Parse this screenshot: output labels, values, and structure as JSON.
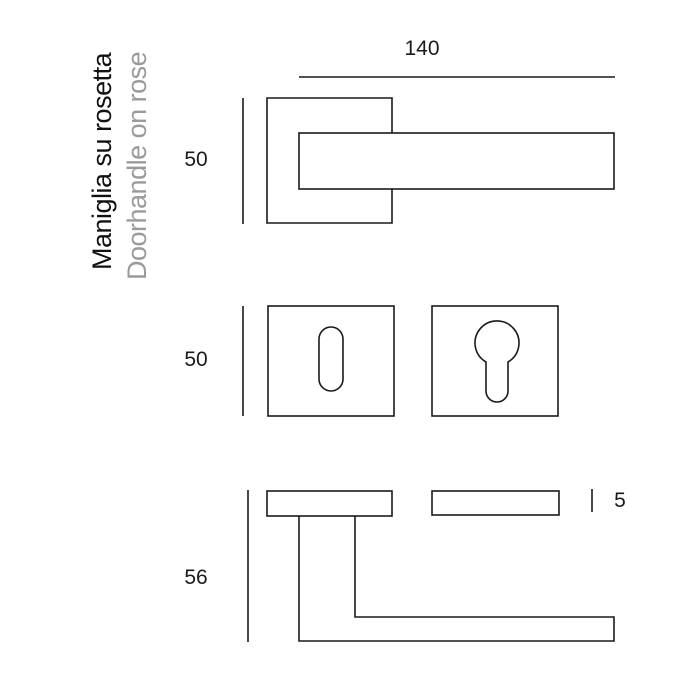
{
  "title": {
    "italian": "Maniglia su rosetta",
    "english": "Doorhandle on rose"
  },
  "colors": {
    "line": "#1a1a1a",
    "title_primary": "#111111",
    "title_secondary": "#9a9a9a",
    "background": "#ffffff"
  },
  "dimensions": {
    "handle_length": "140",
    "rose_height": "50",
    "escutcheon_height": "50",
    "rose_thickness": "5",
    "handle_projection": "56"
  }
}
